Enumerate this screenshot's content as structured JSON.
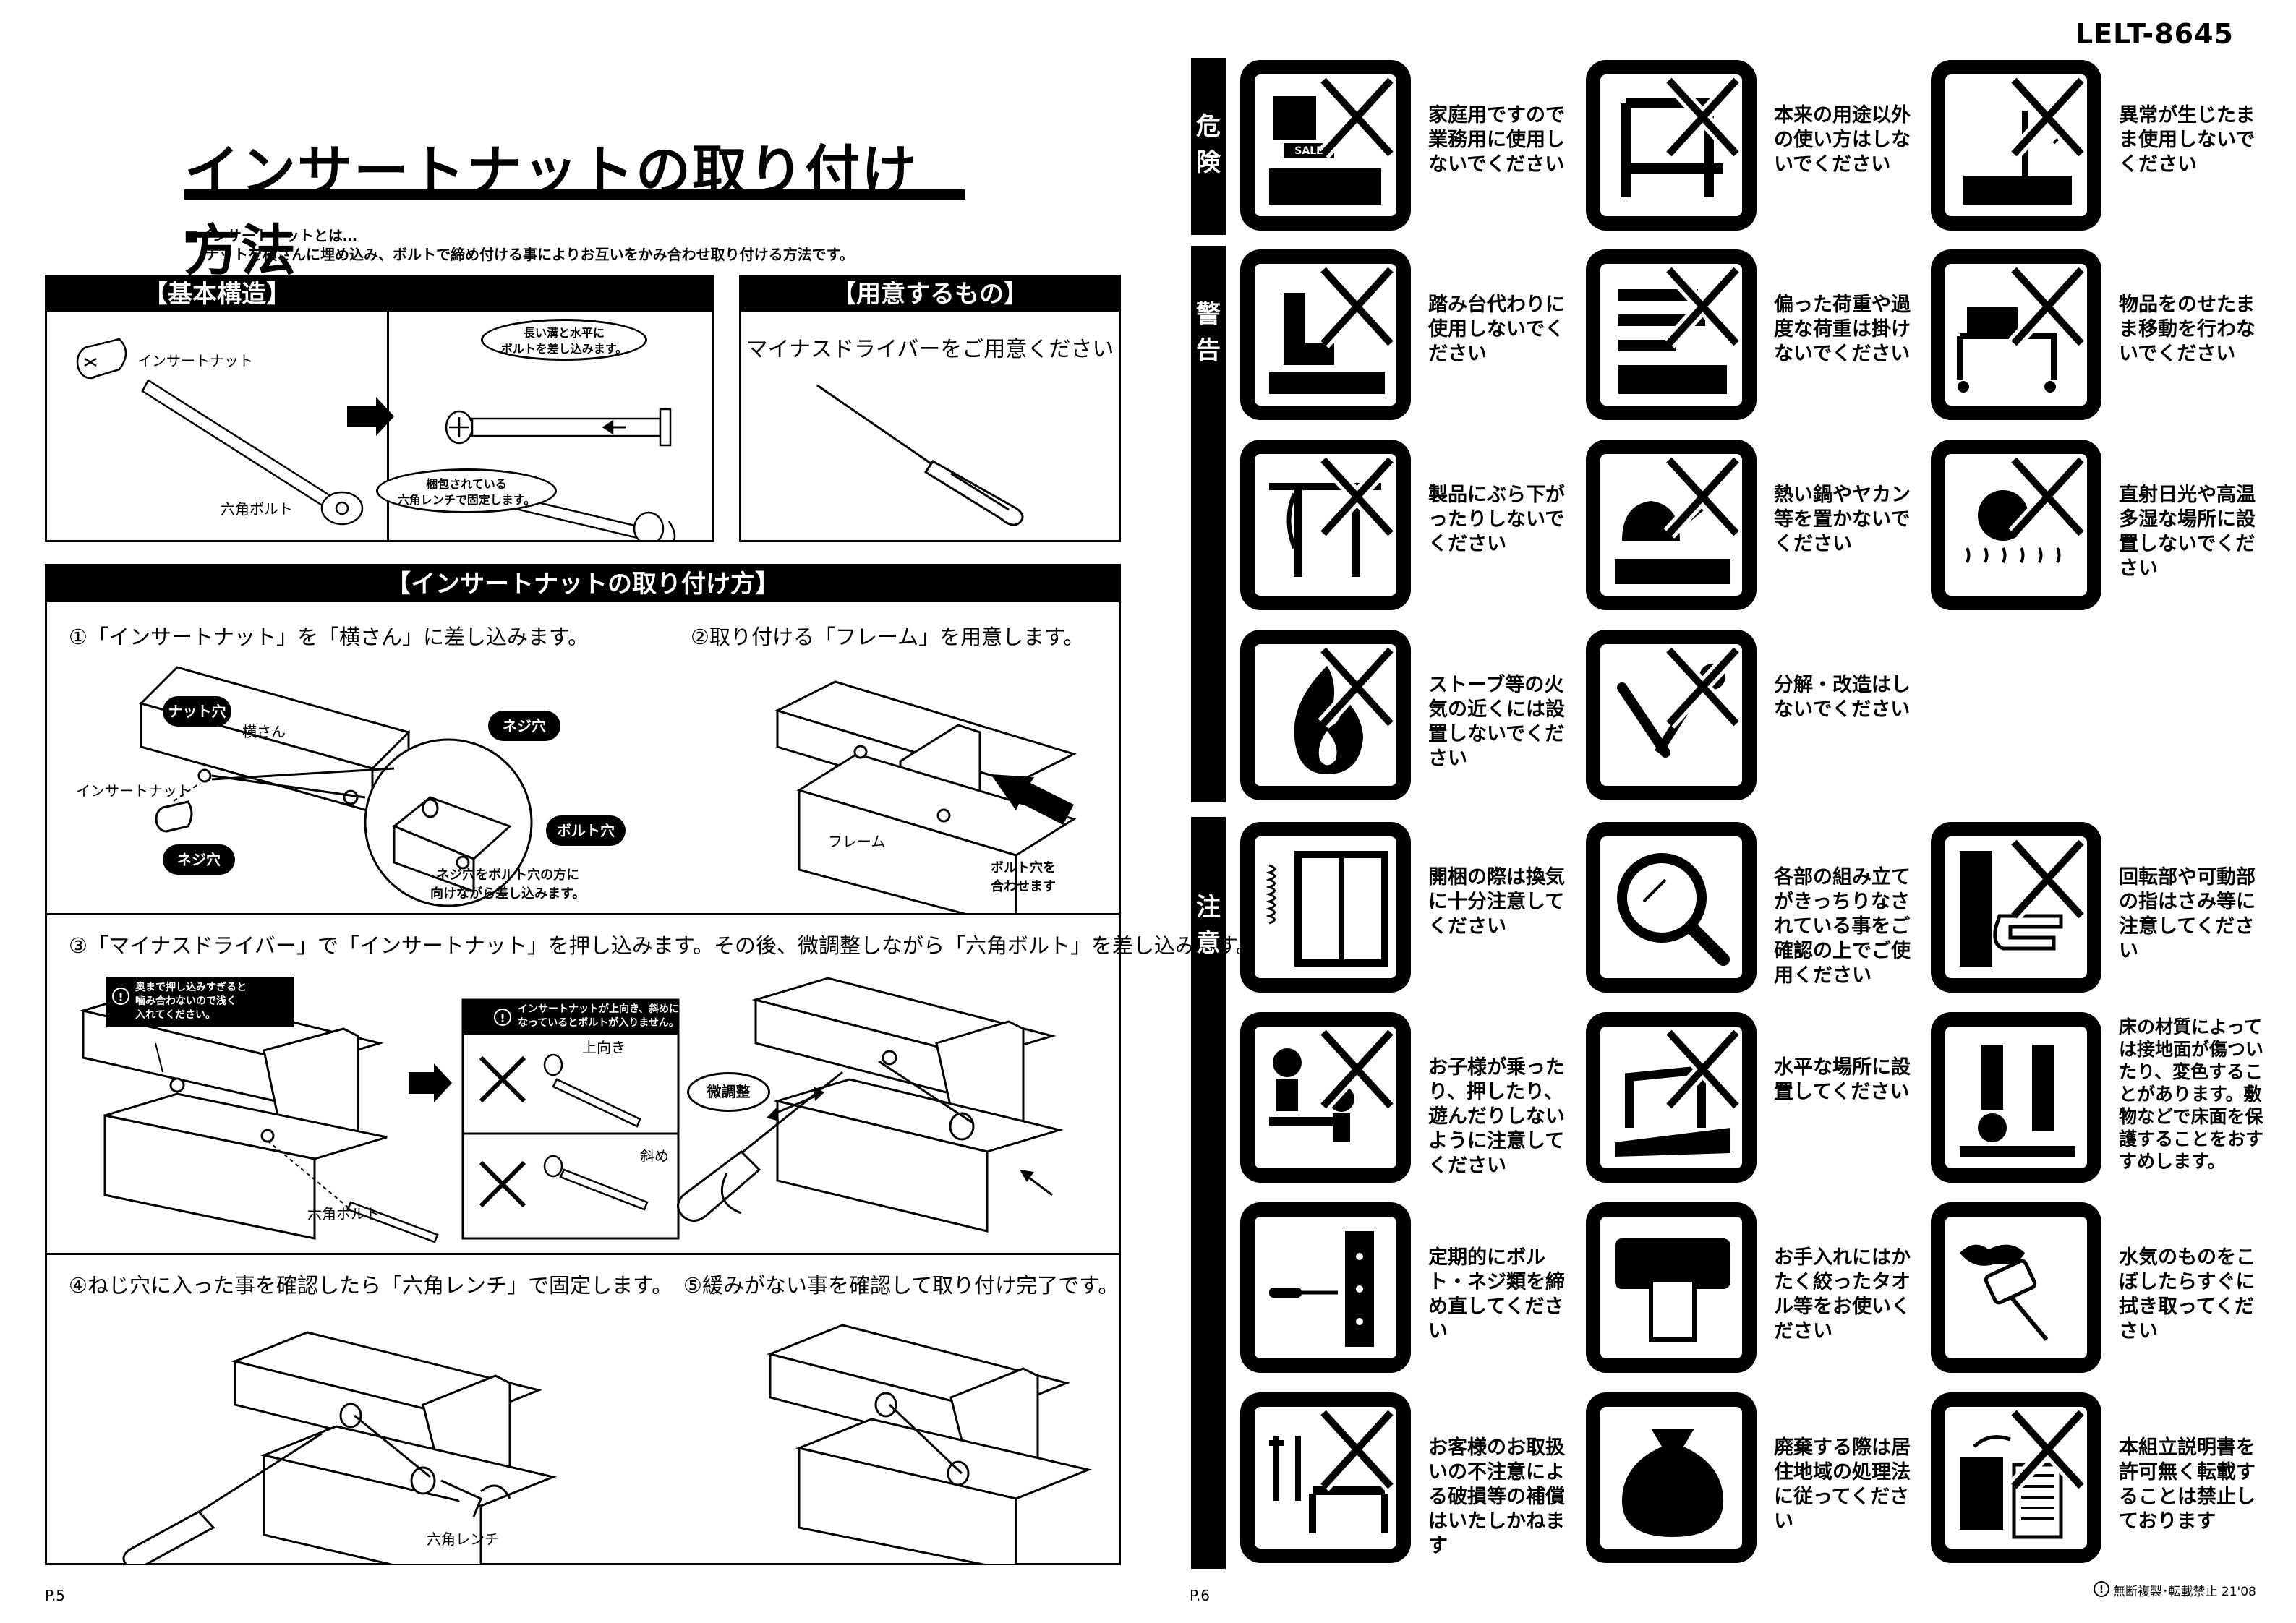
{
  "doc_code": "LELT-8645",
  "left_page": {
    "title": "インサートナットの取り付け方法",
    "intro_line1": "■インサートナットとは…",
    "intro_line2": "ナットを横さんに埋め込み、ボルトで締め付ける事によりお互いをかみ合わせ取り付ける方法です。",
    "basic_structure": {
      "header": "【基本構造】",
      "label_insert_nut": "インサートナット",
      "label_hex_bolt": "六角ボルト",
      "bubble_top": "長い溝と水平に\nボルトを差し込みます。",
      "bubble_bottom": "梱包されている\n六角レンチで固定します。"
    },
    "required": {
      "header": "【用意するもの】",
      "text": "マイナスドライバーをご用意ください"
    },
    "method": {
      "header": "【インサートナットの取り付け方】",
      "step1": "①「インサートナット」を「横さん」に差し込みます。",
      "step2": "②取り付ける「フレーム」を用意します。",
      "step3": "③「マイナスドライバー」で「インサートナット」を押し込みます。その後、微調整しながら「六角ボルト」を差し込みます。",
      "step4": "④ねじ穴に入った事を確認したら「六角レンチ」で固定します。",
      "step5": "⑤緩みがない事を確認して取り付け完了です。",
      "pill_nut_hole": "ナット穴",
      "pill_screw_hole": "ネジ穴",
      "pill_screw_hole2": "ネジ穴",
      "pill_bolt_hole": "ボルト穴",
      "label_yokosan": "横さん",
      "label_insert_nut": "インサートナット",
      "note_step1": "ネジ穴をボルト穴の方に\n向けながら差し込みます。",
      "label_frame": "フレーム",
      "note_step2": "ボルト穴を\n合わせます",
      "warn1": "奥まで押し込みすぎると\n噛み合わないので浅く\n入れてください。",
      "warn2": "インサートナットが上向き、斜めに\nなっているとボルトが入りません。",
      "label_upward": "上向き",
      "label_diagonal": "斜め",
      "label_hex_bolt": "六角ボルト",
      "label_fine_adjust": "微調整",
      "label_hex_wrench": "六角レンチ"
    },
    "page_number": "P.5"
  },
  "right_page": {
    "sections": [
      {
        "label": "危\n険"
      },
      {
        "label": "警\n告"
      },
      {
        "label": "注\n意"
      }
    ],
    "items": [
      {
        "icon": "sale-shelf-icon",
        "text": "家庭用ですので業務用に使用しないでください",
        "crossed": true
      },
      {
        "icon": "misuse-frame-icon",
        "text": "本来の用途以外の使い方はしないでください",
        "crossed": true
      },
      {
        "icon": "abnormal-use-icon",
        "text": "異常が生じたまま使用しないでください",
        "crossed": true
      },
      {
        "icon": "step-stool-icon",
        "text": "踏み台代わりに使用しないでください",
        "crossed": true
      },
      {
        "icon": "uneven-load-icon",
        "text": "偏った荷重や過度な荷重は掛けないでください",
        "crossed": true
      },
      {
        "icon": "moving-cart-icon",
        "text": "物品をのせたまま移動を行わないでください",
        "crossed": true
      },
      {
        "icon": "hanging-icon",
        "text": "製品にぶら下がったりしないでください",
        "crossed": true
      },
      {
        "icon": "hot-kettle-icon",
        "text": "熱い鍋やヤカン等を置かないでください",
        "crossed": true
      },
      {
        "icon": "sun-humidity-icon",
        "text": "直射日光や高温多湿な場所に設置しないでください",
        "crossed": true
      },
      {
        "icon": "fire-icon",
        "text": "ストーブ等の火気の近くには設置しないでください",
        "crossed": true
      },
      {
        "icon": "tools-icon",
        "text": "分解・改造はしないでください",
        "crossed": true
      },
      {
        "icon": "ventilation-icon",
        "text": "開梱の際は換気に十分注意してください",
        "crossed": false
      },
      {
        "icon": "magnifier-icon",
        "text": "各部の組み立てがきっちりなされている事をご確認の上でご使用ください",
        "crossed": false
      },
      {
        "icon": "pinch-hand-icon",
        "text": "回転部や可動部の指はさみ等に注意してください",
        "crossed": true
      },
      {
        "icon": "child-climbing-icon",
        "text": "お子様が乗ったり、押したり、遊んだりしないように注意してください",
        "crossed": true
      },
      {
        "icon": "level-floor-icon",
        "text": "水平な場所に設置してください",
        "crossed": true
      },
      {
        "icon": "floor-damage-icon",
        "text": "床の材質によっては接地面が傷ついたり、変色することがあります。敷物などで床面を保護することをおすすめします。",
        "crossed": false
      },
      {
        "icon": "screwdriver-check-icon",
        "text": "定期的にボルト・ネジ類を締め直してください",
        "crossed": false
      },
      {
        "icon": "cloth-wipe-icon",
        "text": "お手入れにはかたく絞ったタオル等をお使いください",
        "crossed": false
      },
      {
        "icon": "water-wipe-icon",
        "text": "水気のものをこぼしたらすぐに拭き取ってください",
        "crossed": false
      },
      {
        "icon": "customer-damage-icon",
        "text": "お客様のお取扱いの不注意による破損等の補償はいたしかねます",
        "crossed": true
      },
      {
        "icon": "garbage-bag-icon",
        "text": "廃棄する際は居住地域の処理法に従ってください",
        "crossed": false
      },
      {
        "icon": "copy-prohibited-icon",
        "text": "本組立説明書を許可無く転載することは禁止しております",
        "crossed": true
      }
    ],
    "footer_note": "無断複製･転載禁止 21'08",
    "page_number": "P.6"
  }
}
